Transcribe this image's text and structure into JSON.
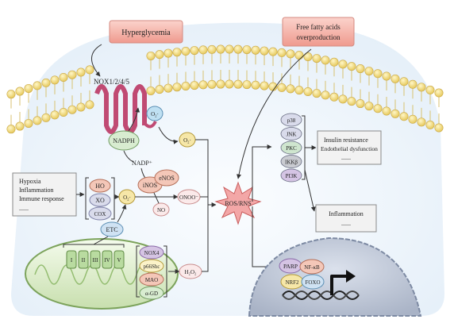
{
  "triggers": {
    "hyperglycemia": "Hyperglycemia",
    "ffa_line1": "Free fatty acids",
    "ffa_line2": "overproduction"
  },
  "membrane": {
    "nox_label": "NOX1/2/4/5",
    "superoxide_nox": "O₂·",
    "superoxide_cyto": "O₂·"
  },
  "cofactors": {
    "nadph": "NADPH",
    "nadp": "NADP⁺"
  },
  "stimuli_box": {
    "line1": "Hypoxia",
    "line2": "Inflammation",
    "line3": "Immune response",
    "line4": "......"
  },
  "enzymes": {
    "ho": "HO",
    "xo": "XO",
    "cox": "COX",
    "superoxide": "O₂·",
    "etc": "ETC"
  },
  "nos": {
    "inos": "iNOS",
    "enos": "eNOS",
    "onoo": "ONOO⁻",
    "no": "NO"
  },
  "mitochondria": {
    "complexes": [
      "I",
      "II",
      "III",
      "IV",
      "V"
    ],
    "sources": [
      "NOX4",
      "p66Shc",
      "MAO",
      "α-GD"
    ],
    "h2o2": "H₂O₂"
  },
  "ros": {
    "label": "ROS/RNS"
  },
  "kinases": {
    "items": [
      "p38",
      "JNK",
      "PKC",
      "IKKβ",
      "PI3K"
    ],
    "colors": [
      "#d9dbeb",
      "#d9dbeb",
      "#cfe6cf",
      "#c9cbd1",
      "#d5c4e4"
    ]
  },
  "outcomes": {
    "ir_line1": "Insulin resistance",
    "ir_line2": "Endothelial dysfunction",
    "ir_line3": "......",
    "infl_line1": "Inflammation",
    "infl_line2": "......"
  },
  "nucleus": {
    "parp": "PARP",
    "nfkb": "NF-κB",
    "nrf2": "NRF2",
    "foxo": "FOXO"
  }
}
